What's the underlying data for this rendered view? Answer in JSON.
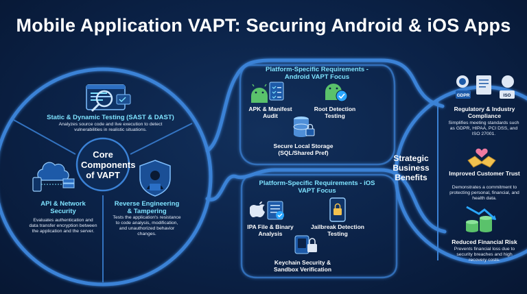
{
  "title": "Mobile Application VAPT: Securing Android & iOS Apps",
  "core": {
    "label": "Core Components of VAPT",
    "sast": {
      "heading": "Static & Dynamic Testing (SAST & DAST)",
      "desc": "Analyzes source code and live execution to detect vulnerabilities in realistic situations."
    },
    "api": {
      "heading": "API & Network Security",
      "desc": "Evaluates authentication and data transfer encryption between the application and the server."
    },
    "reverse": {
      "heading": "Reverse Engineering & Tampering",
      "desc": "Tests the application's resistance to code analysis, modification, and unauthorized behavior changes."
    }
  },
  "android": {
    "heading": "Platform-Specific Requirements - Android VAPT Focus",
    "items": [
      "APK & Manifest Audit",
      "Root Detection Testing",
      "Secure Local Storage (SQL/Shared Pref)"
    ]
  },
  "ios": {
    "heading": "Platform-Specific Requirements - iOS VAPT Focus",
    "items": [
      "IPA File & Binary Analysis",
      "Jailbreak Detection Testing",
      "Keychain Security & Sandbox Verification"
    ]
  },
  "strategic": {
    "label": "Strategic Business Benefits",
    "benefits": [
      {
        "heading": "Regulatory & Industry Compliance",
        "desc": "Simplifies meeting standards such as GDPR, HIPAA, PCI DSS, and ISO 27001."
      },
      {
        "heading": "Improved Customer Trust",
        "desc": "Demonstrates a commitment to protecting personal, financial, and health data."
      },
      {
        "heading": "Reduced Financial Risk",
        "desc": "Prevents financial loss due to security breaches and high recovery costs."
      }
    ],
    "badges": [
      "GDPR",
      "ISO"
    ]
  },
  "colors": {
    "background": "#0b2247",
    "ring": "#3b82d6",
    "accent": "#7fe3ff",
    "android": "#5ac26b",
    "shield": "#2aa6ff"
  }
}
